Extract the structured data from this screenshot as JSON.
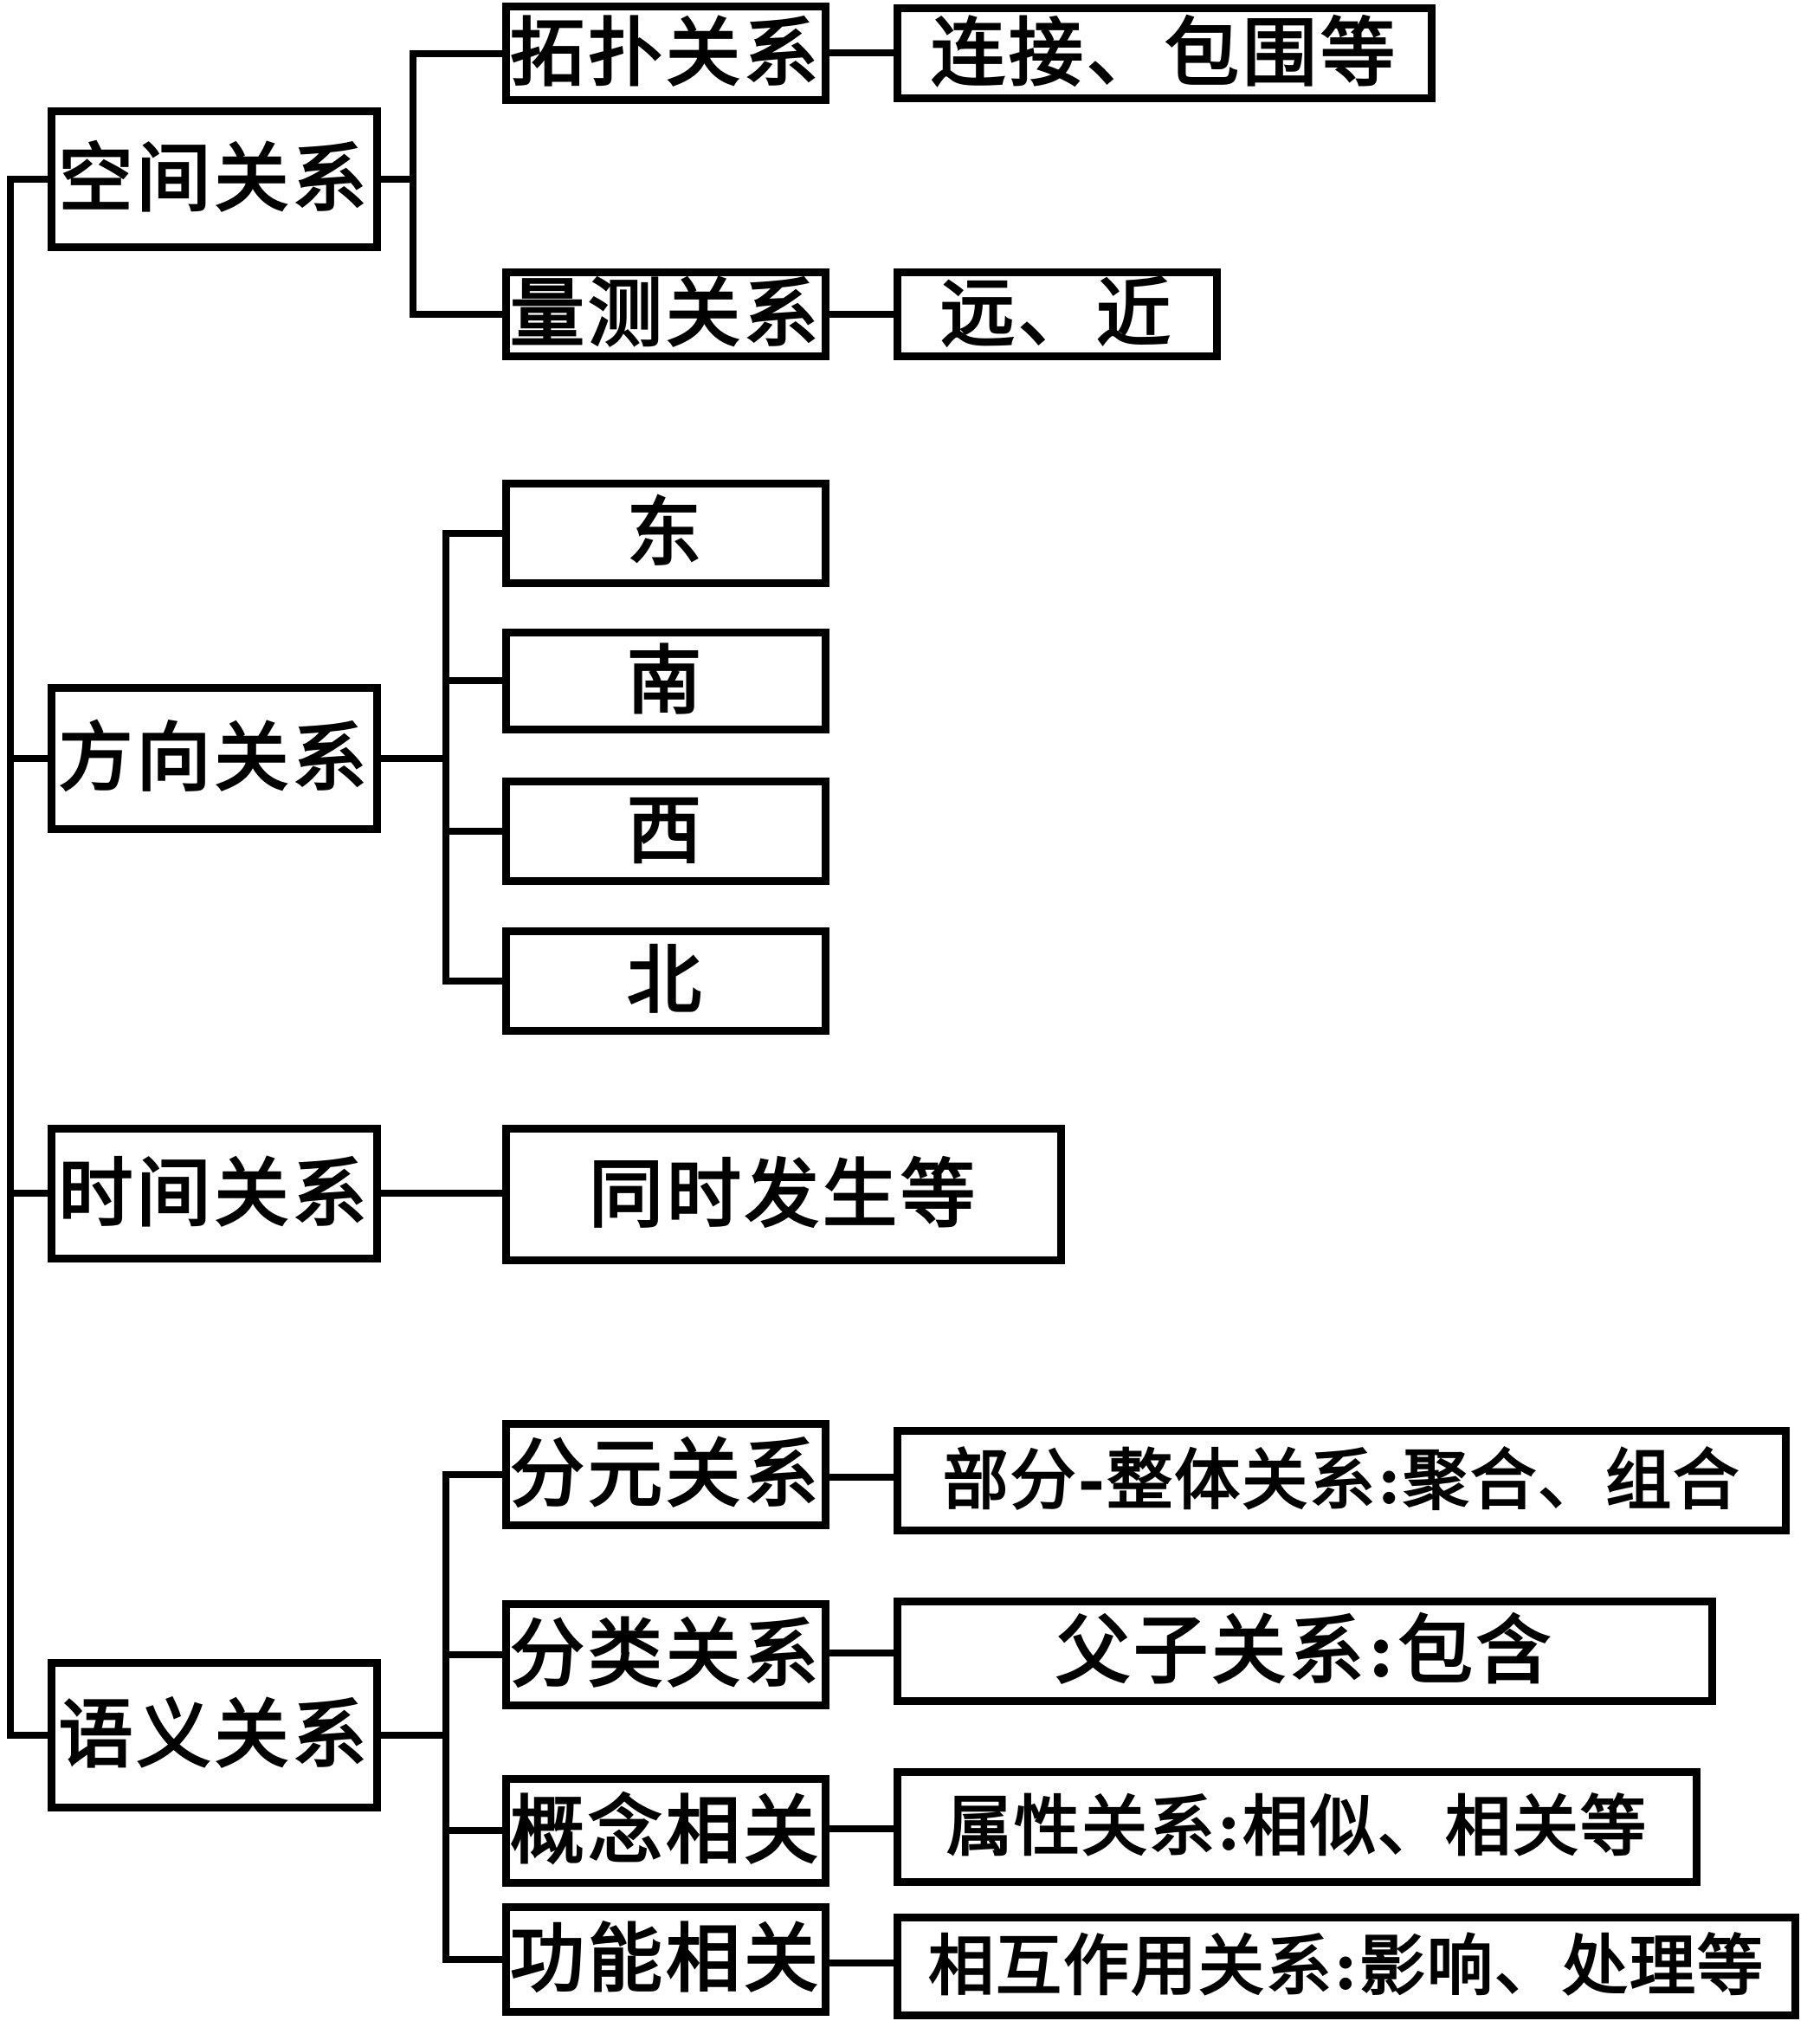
{
  "diagram": {
    "type": "hierarchy-flowchart",
    "direction": "left-to-right",
    "colors": {
      "line": "#000000",
      "box_border": "#000000",
      "box_fill": "#ffffff",
      "text": "#000000",
      "page_background": "#ffffff"
    },
    "tree": [
      {
        "label": "空间关系",
        "children": [
          {
            "label": "拓扑关系",
            "children": [
              {
                "label": "连接、包围等"
              }
            ]
          },
          {
            "label": "量测关系",
            "children": [
              {
                "label": "远、近"
              }
            ]
          }
        ]
      },
      {
        "label": "方向关系",
        "children": [
          {
            "label": "东"
          },
          {
            "label": "南"
          },
          {
            "label": "西"
          },
          {
            "label": "北"
          }
        ]
      },
      {
        "label": "时间关系",
        "children": [
          {
            "label": "同时发生等"
          }
        ]
      },
      {
        "label": "语义关系",
        "children": [
          {
            "label": "分元关系",
            "children": [
              {
                "label": "部分-整体关系:聚合、组合"
              }
            ]
          },
          {
            "label": "分类关系",
            "children": [
              {
                "label": "父子关系:包含"
              }
            ]
          },
          {
            "label": "概念相关",
            "children": [
              {
                "label": "属性关系:相似、相关等"
              }
            ]
          },
          {
            "label": "功能相关",
            "children": [
              {
                "label": "相互作用关系:影响、处理等"
              }
            ]
          }
        ]
      }
    ]
  }
}
